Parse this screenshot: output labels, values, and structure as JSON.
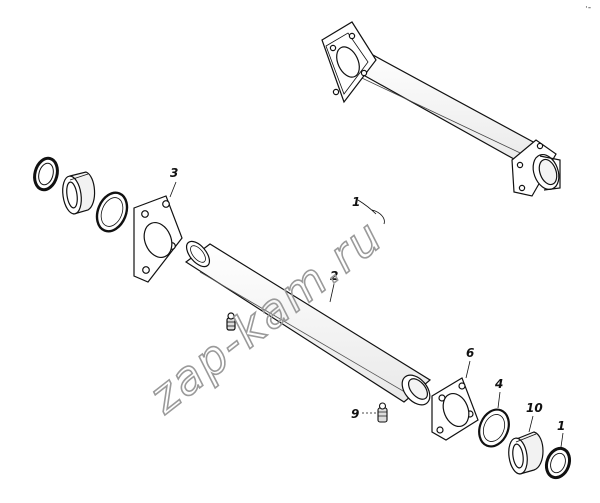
{
  "corner_mark": "·-",
  "watermark": "zap-kam.ru",
  "callouts": {
    "p1": "1",
    "p2": "2",
    "p3": "3",
    "p4": "4",
    "p6": "6",
    "p9": "9",
    "p10": "10",
    "p_top": "1"
  }
}
